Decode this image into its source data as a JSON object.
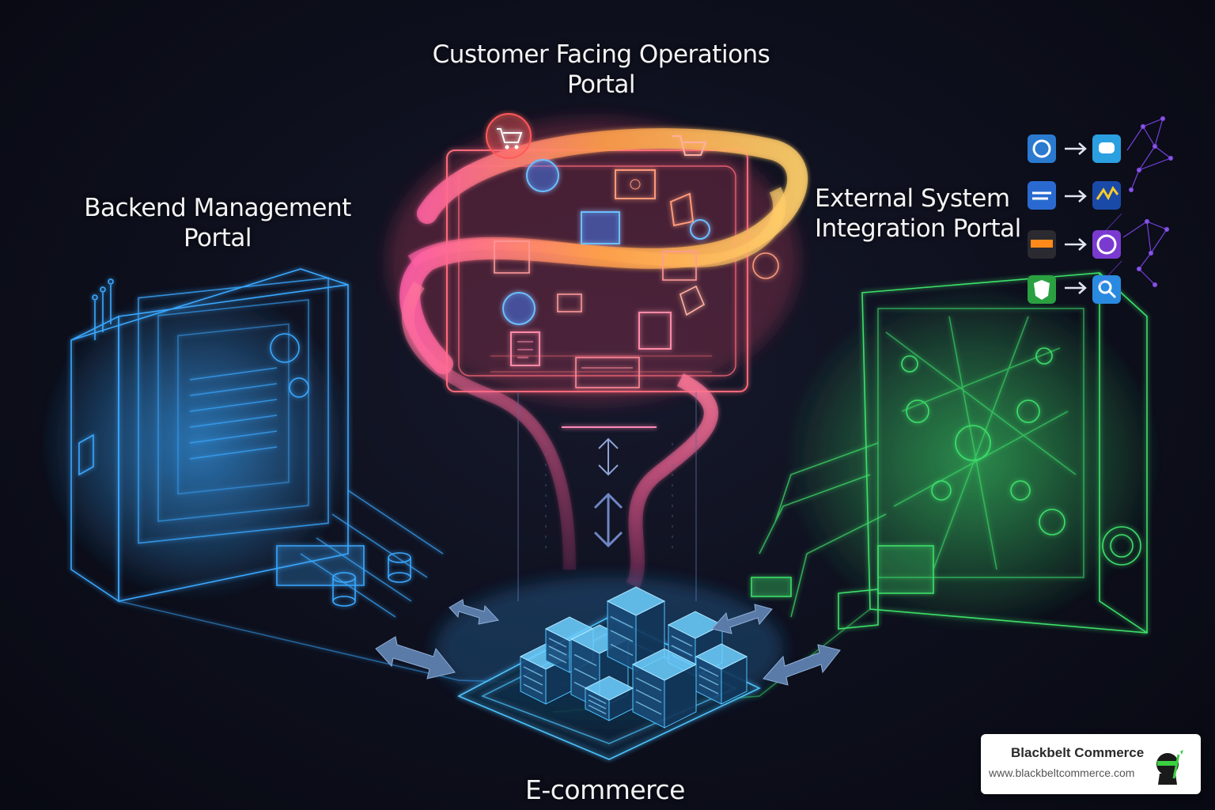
{
  "portals": {
    "customer": {
      "line1": "Customer Facing Operations",
      "line2": "Portal",
      "color": "#ff5a6e"
    },
    "backend": {
      "line1": "Backend Management",
      "line2": "Portal",
      "color": "#3aa8ff"
    },
    "external": {
      "line1": "External System",
      "line2": "Integration Portal",
      "color": "#3ee06a"
    },
    "center": {
      "label": "E-commerce",
      "color": "#4fc3ff"
    }
  },
  "integration_icons": [
    {
      "from": "square-logo-icon",
      "to": "chat-bubble-icon"
    },
    {
      "from": "text-logo-icon",
      "to": "wave-logo-icon"
    },
    {
      "from": "orange-bar-logo-icon",
      "to": "phone-logo-icon"
    },
    {
      "from": "green-shield-logo-icon",
      "to": "search-logo-icon"
    }
  ],
  "brand": {
    "name": "Blackbelt Commerce",
    "url": "www.blackbeltcommerce.com"
  }
}
